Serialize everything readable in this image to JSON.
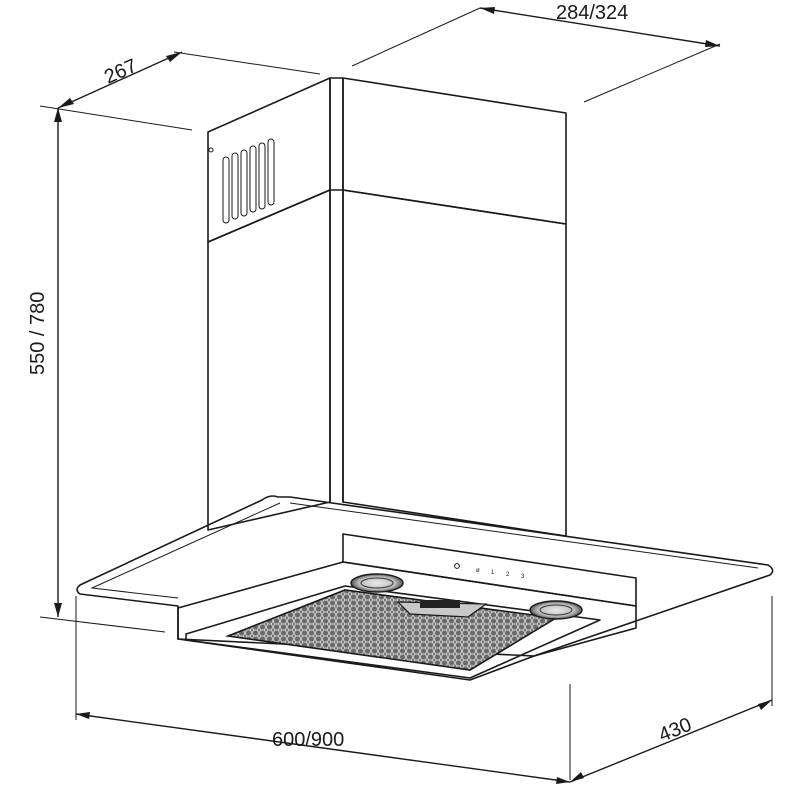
{
  "diagram": {
    "dimensions": {
      "chimney_depth": "267",
      "chimney_width": "284/324",
      "height": "550 / 780",
      "width": "600/900",
      "depth": "430"
    },
    "control_panel": {
      "buttons": [
        "1",
        "2",
        "3"
      ]
    }
  }
}
